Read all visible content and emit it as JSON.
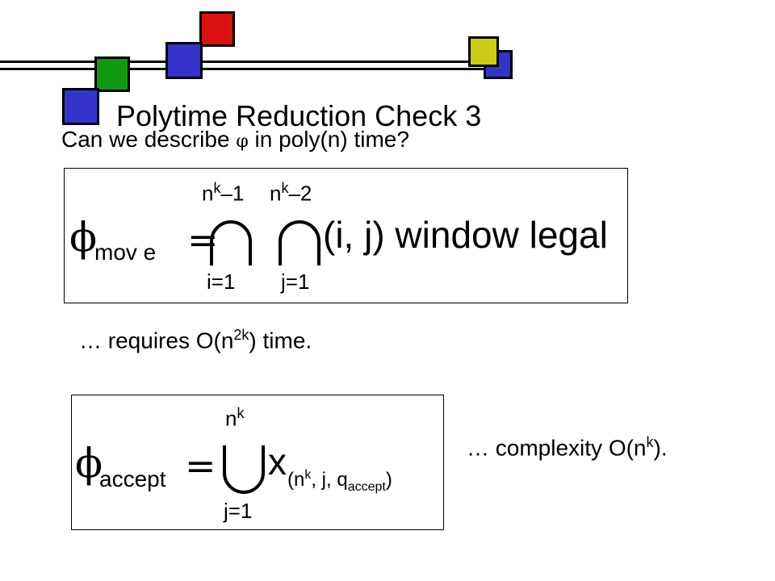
{
  "colors": {
    "red": "#dd1111",
    "blue": "#3333cc",
    "green": "#119911",
    "yellow": "#cccc11",
    "line": "#000000"
  },
  "slide": {
    "title": "Polytime Reduction Check 3",
    "question_pre": "Can we describe",
    "question_symbol": "φ",
    "question_post": "in poly(n) time?"
  },
  "formula_move": {
    "phi": "ϕ",
    "phi_subscript": "mov e",
    "equals": "=",
    "outer_upper": "n",
    "outer_upper_sup": "k",
    "outer_upper_rest": "–1",
    "outer_lower": "i=1",
    "inner_upper": "n",
    "inner_upper_sup": "k",
    "inner_upper_rest": "–2",
    "inner_lower": "j=1",
    "body": "(i, j) window legal"
  },
  "note_move": {
    "pre": "… requires O(n",
    "sup": "2k",
    "post": ") time."
  },
  "formula_accept": {
    "phi": "ϕ",
    "phi_subscript": "accept",
    "equals": "=",
    "upper": "n",
    "upper_sup": "k",
    "lower": "j=1",
    "var": "x",
    "var_sub_pre": "(n",
    "var_sub_sup": "k",
    "var_sub_mid": ", j, q",
    "var_sub_sub": "accept",
    "var_sub_post": ")"
  },
  "note_accept": {
    "pre": "… complexity O(n",
    "sup": "k",
    "post": ")."
  }
}
